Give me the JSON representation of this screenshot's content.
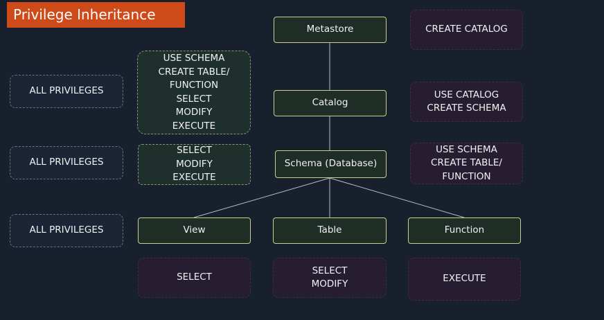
{
  "title": "Privilege Inheritance",
  "nodes": {
    "metastore": "Metastore",
    "catalog": "Catalog",
    "schema": "Schema (Database)",
    "view": "View",
    "table": "Table",
    "function": "Function"
  },
  "node_privileges": {
    "metastore": "CREATE CATALOG",
    "catalog": "USE CATALOG\nCREATE SCHEMA",
    "schema": "USE SCHEMA\nCREATE TABLE/\nFUNCTION",
    "view": "SELECT",
    "table": "SELECT\nMODIFY",
    "function": "EXECUTE"
  },
  "inherited": {
    "catalog_all": "ALL PRIVILEGES",
    "catalog_grants": "USE SCHEMA\nCREATE TABLE/\nFUNCTION\nSELECT\nMODIFY\nEXECUTE",
    "schema_all": "ALL PRIVILEGES",
    "schema_grants": "SELECT\nMODIFY\nEXECUTE",
    "object_all": "ALL PRIVILEGES"
  },
  "colors": {
    "background": "#18202d",
    "title_bar": "#ce4a18",
    "node_border": "#c7d08e",
    "connector": "#b9bdc3"
  }
}
